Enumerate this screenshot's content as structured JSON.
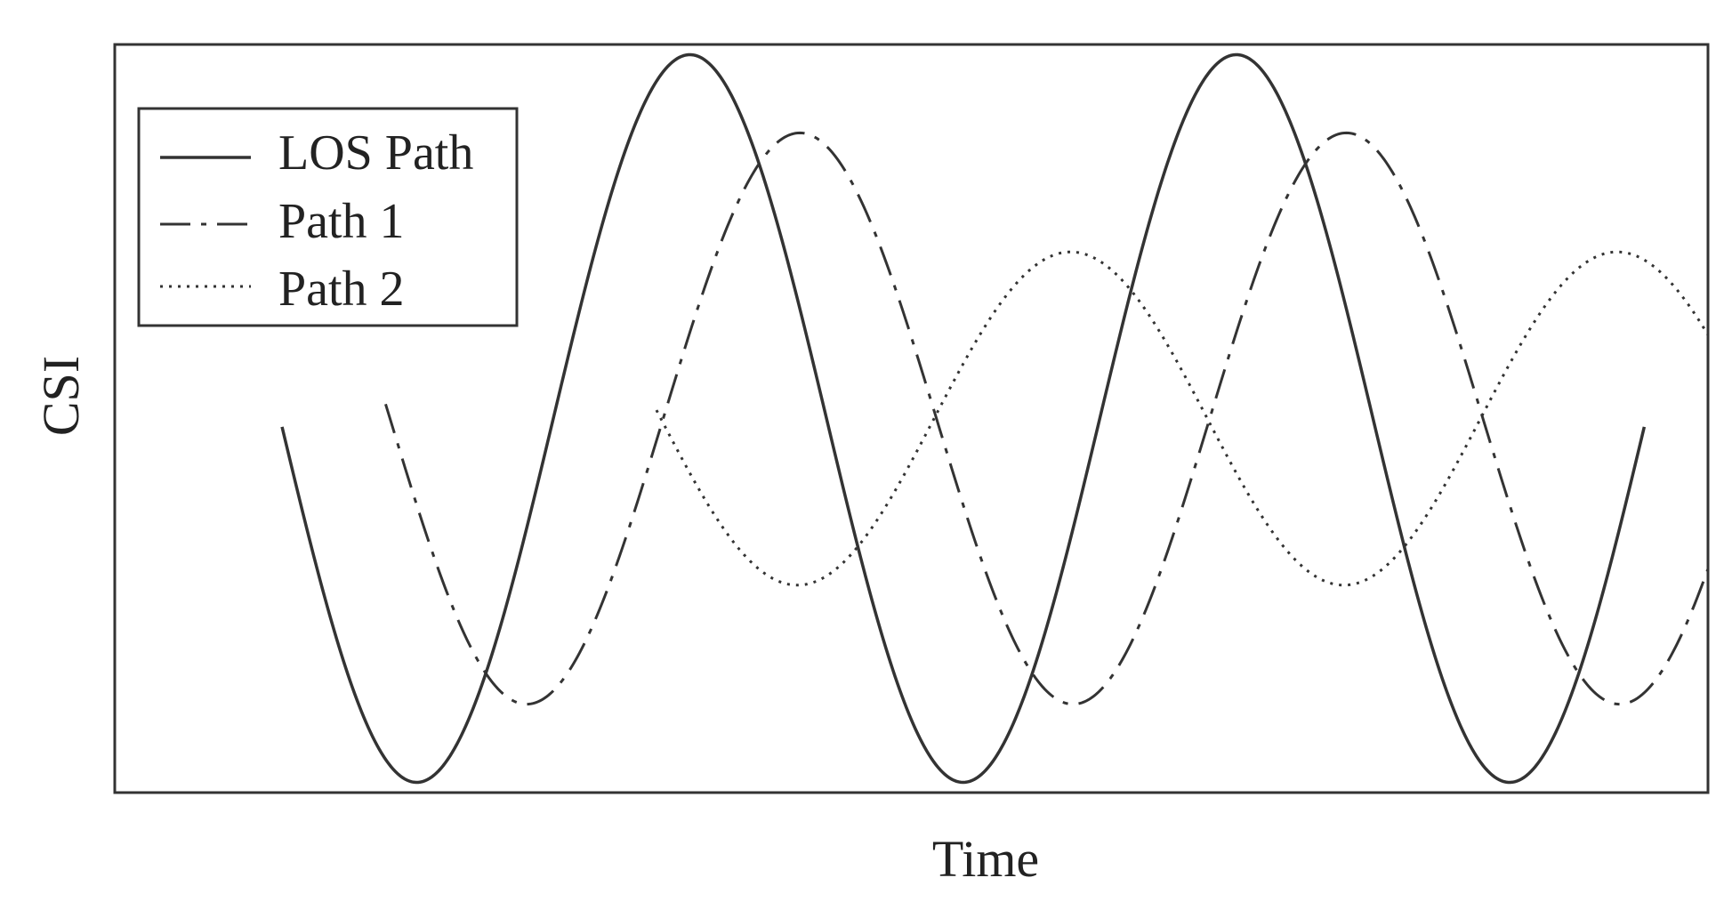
{
  "chart_data": {
    "type": "line",
    "title": "",
    "xlabel": "Time",
    "ylabel": "CSI",
    "xlim": [
      0,
      10
    ],
    "ylim": [
      -1.1,
      1.1
    ],
    "ticks": "none",
    "grid": false,
    "legend_position": "top-left",
    "series": [
      {
        "name": "LOS Path",
        "style": "solid",
        "color": "#333333",
        "function": "sine",
        "amplitude": 1.07,
        "period": 3.43,
        "phase_peak_x": 3.61,
        "x_start": 1.05,
        "x_end": 9.6
      },
      {
        "name": "Path 1",
        "style": "dash-dot",
        "color": "#333333",
        "function": "sine",
        "amplitude": 0.84,
        "period": 3.43,
        "phase_peak_x": 4.3,
        "x_start": 1.7,
        "x_end": 10.0
      },
      {
        "name": "Path 2",
        "style": "dotted",
        "color": "#333333",
        "function": "sine",
        "amplitude": 0.49,
        "period": 3.43,
        "phase_peak_x": 6.0,
        "x_start": 3.4,
        "x_end": 10.0
      }
    ]
  }
}
